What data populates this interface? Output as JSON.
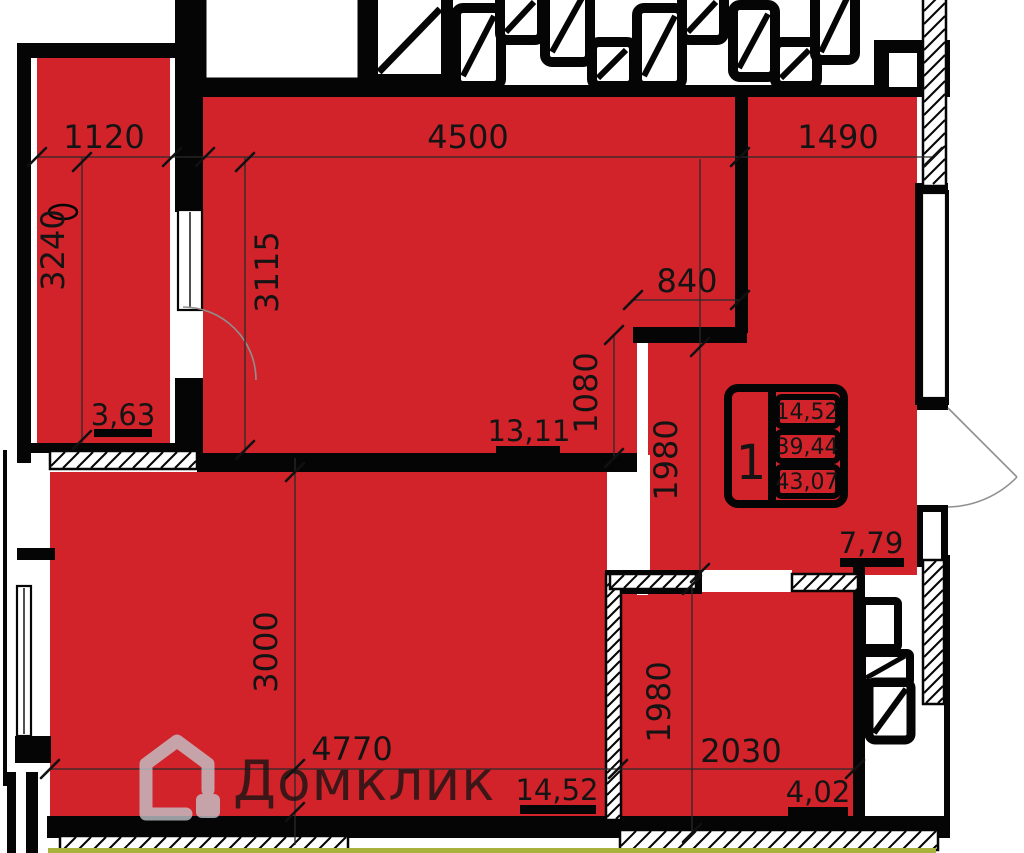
{
  "dims": {
    "closet_w": "1120",
    "bedroom_w": "4500",
    "hall_w": "1490",
    "closet_h": "3240",
    "bedroom_h": "3115",
    "niche_w": "840",
    "niche_h": "1080",
    "hall_d": "1980",
    "living_h": "3000",
    "living_w": "4770",
    "bath_h": "1980",
    "bath_w": "2030"
  },
  "areas": {
    "closet": "3,63",
    "bedroom": "13,11",
    "hall": "7,79",
    "living": "14,52",
    "bath": "4,02"
  },
  "legend": {
    "number": "1",
    "living_area": "14,52",
    "area": "39,44",
    "total_area": "43,07"
  },
  "watermark": {
    "text": "Домклик"
  },
  "colors": {
    "room": "#d2232a",
    "wall": "#050505",
    "watermark": "#c3c8cd",
    "accent_strip": "#a8b23d"
  }
}
